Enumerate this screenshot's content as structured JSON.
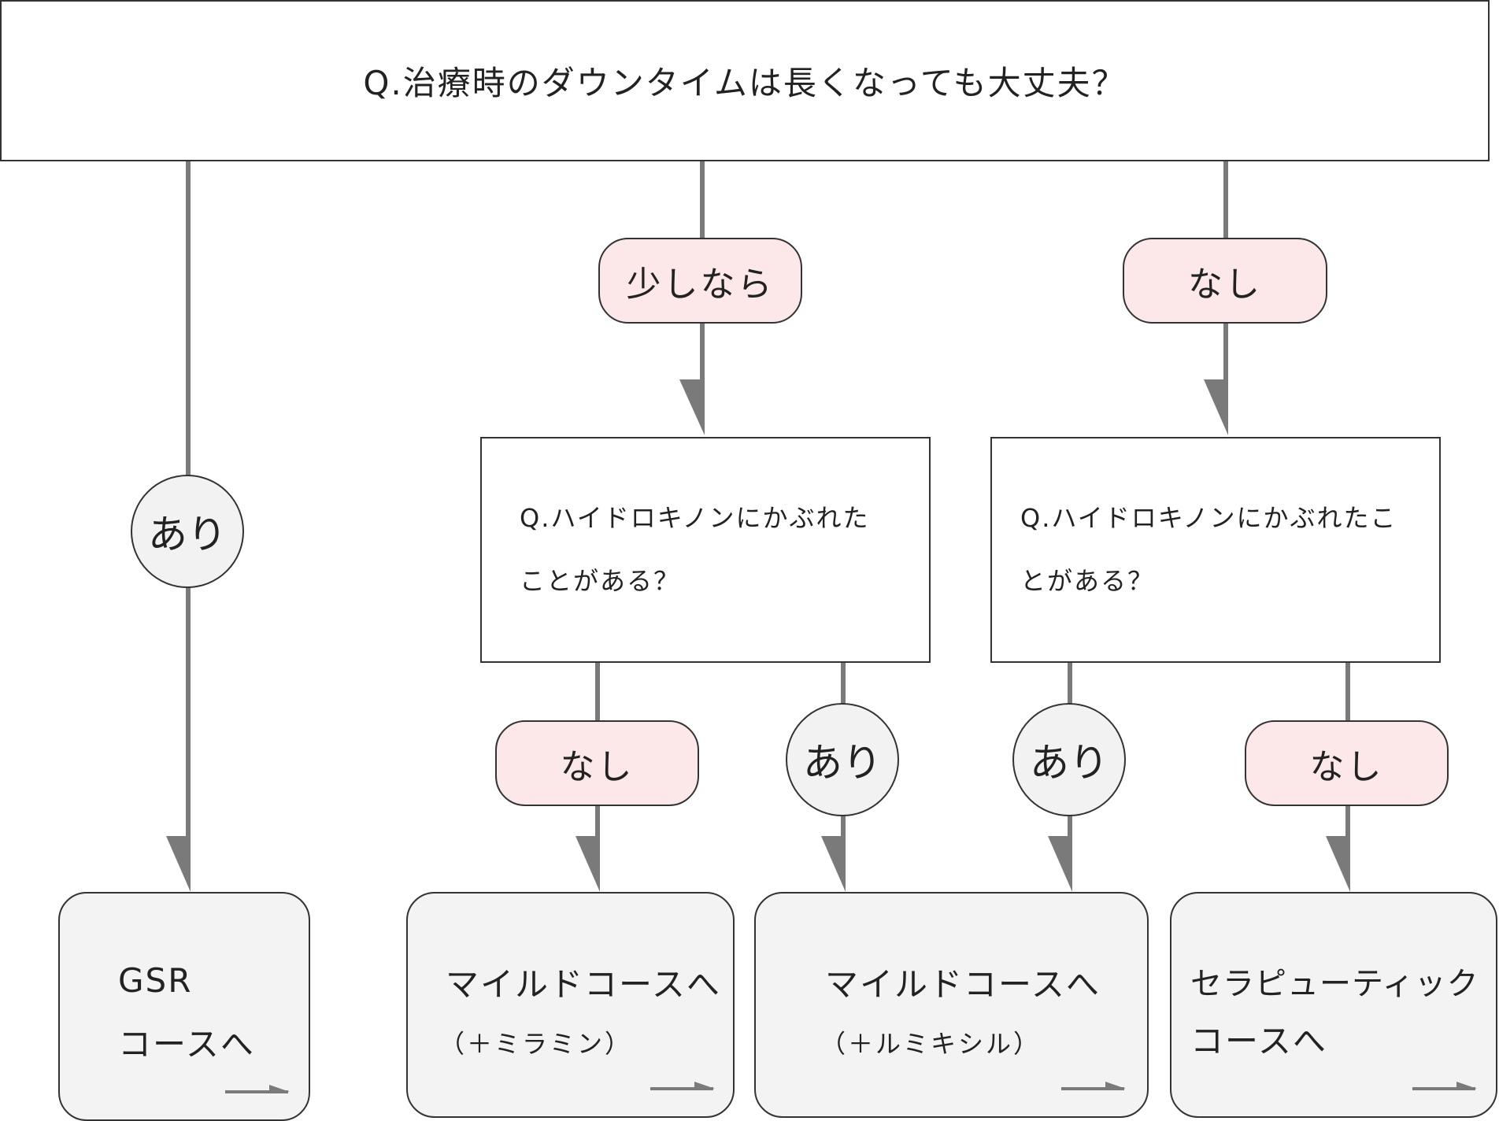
{
  "colors": {
    "pill_fill": "#fce8e8",
    "circle_fill": "#f2f2f2",
    "card_fill": "#f3f3f3",
    "connector": "#7a7a7a",
    "border": "#333333"
  },
  "top_question": "Q.治療時のダウンタイムは長くなっても大丈夫？",
  "branches": {
    "left": "あり",
    "middle": "少しなら",
    "right": "なし"
  },
  "sub_question_left": {
    "line1": "Q.ハイドロキノンにかぶれた",
    "line2": "ことがある？",
    "no_label": "なし",
    "yes_label": "あり"
  },
  "sub_question_right": {
    "line1": "Q.ハイドロキノンにかぶれたこ",
    "line2": "とがある？",
    "yes_label": "あり",
    "no_label": "なし"
  },
  "results": [
    {
      "line1": "GSR",
      "line2": "コースへ"
    },
    {
      "line1": "マイルドコースへ",
      "line2": "（＋ミラミン）"
    },
    {
      "line1": "マイルドコースへ",
      "line2": "（＋ルミキシル）"
    },
    {
      "line1": "セラピューティック",
      "line2": "コースへ"
    }
  ]
}
